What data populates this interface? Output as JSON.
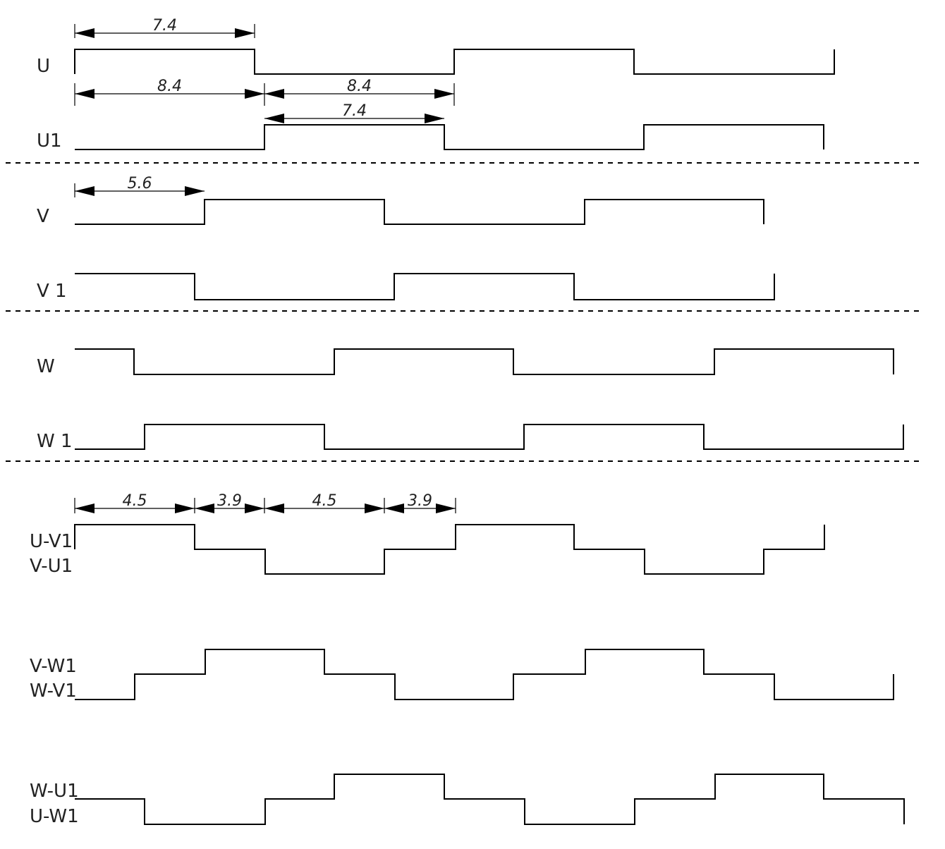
{
  "diagram": {
    "signals": [
      {
        "id": "U",
        "labels": [
          "U"
        ]
      },
      {
        "id": "U1",
        "labels": [
          "U1"
        ]
      },
      {
        "id": "V",
        "labels": [
          "V"
        ]
      },
      {
        "id": "V1",
        "labels": [
          "V 1"
        ]
      },
      {
        "id": "W",
        "labels": [
          "W"
        ]
      },
      {
        "id": "W1",
        "labels": [
          "W 1"
        ]
      },
      {
        "id": "UV",
        "labels": [
          "U-V1",
          "V-U1"
        ]
      },
      {
        "id": "VW",
        "labels": [
          "V-W1",
          "W-V1"
        ]
      },
      {
        "id": "WU",
        "labels": [
          "W-U1",
          "U-W1"
        ]
      }
    ],
    "dimensions": [
      {
        "id": "dim-u-high",
        "text": "7.4"
      },
      {
        "id": "dim-u1-low",
        "text": "8.4"
      },
      {
        "id": "dim-u-low",
        "text": "8.4"
      },
      {
        "id": "dim-u1-high",
        "text": "7.4"
      },
      {
        "id": "dim-v-offset",
        "text": "5.6"
      },
      {
        "id": "dim-step-1",
        "text": "4.5"
      },
      {
        "id": "dim-step-2",
        "text": "3.9"
      },
      {
        "id": "dim-step-3",
        "text": "4.5"
      },
      {
        "id": "dim-step-4",
        "text": "3.9"
      }
    ]
  }
}
